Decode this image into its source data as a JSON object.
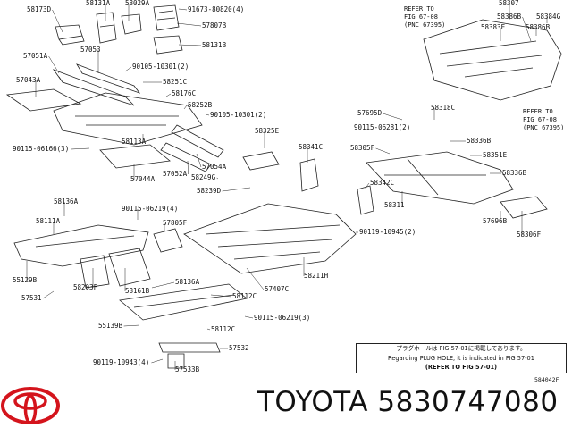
{
  "part_labels": [
    "58173D",
    "58131A",
    "58029A",
    "91673-80820(4)",
    "57807B",
    "58131B",
    "57051A",
    "57053",
    "90105-10301(2)",
    "57043A",
    "58251C",
    "58176C",
    "58252B",
    "90105-10301(2)",
    "58113A",
    "57054A",
    "57052A",
    "58249G",
    "57044A",
    "90115-06166(3)",
    "58325E",
    "58239D",
    "58341C",
    "58307",
    "58386B",
    "58384G",
    "58383E",
    "58386B",
    "57695D",
    "58318C",
    "90115-06281(2)",
    "58336B",
    "58305F",
    "58351E",
    "58336B",
    "58342C",
    "58311",
    "57696B",
    "58306F",
    "90119-10945(2)",
    "58136A",
    "90115-06219(4)",
    "58111A",
    "57805F",
    "55129B",
    "58203F",
    "57531",
    "58161B",
    "58136A",
    "57407C",
    "58211H",
    "58112C",
    "90115-06219(3)",
    "55139B",
    "58112C",
    "57532",
    "90119-10943(4)",
    "57533B"
  ],
  "ref_top": "REFER TO\nFIG 67-08\n(PNC 67395)",
  "ref_right": "REFER TO\nFIG 67-08\n(PNC 67395)",
  "note": {
    "line1": "プラグホールは FIG 57-01に掲載してあります。",
    "line2": "Regarding PLUG HOLE, it is indicated in FIG 57-01",
    "line3": "(REFER TO FIG 57-01)"
  },
  "figure_code": "584042F",
  "brand_text": "TOYOTA 5830747080",
  "logo_icon": "toyota-logo-icon",
  "colors": {
    "logo_red": "#d4141c",
    "line": "#222222"
  }
}
